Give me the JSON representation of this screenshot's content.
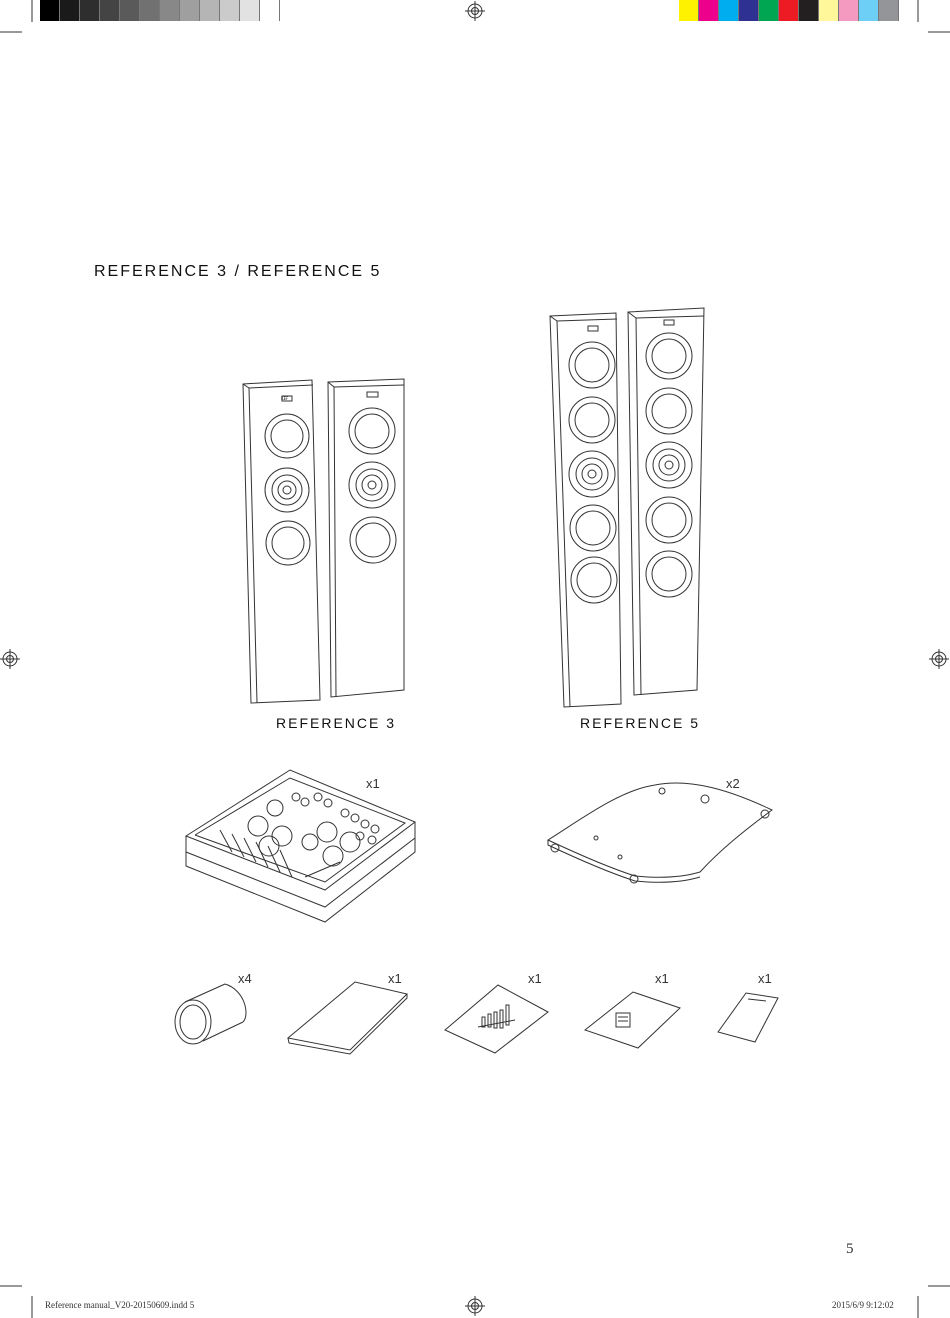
{
  "print_marks": {
    "gray_steps": [
      "#000000",
      "#1a1a1a",
      "#2e2e2e",
      "#444444",
      "#5a5a5a",
      "#717171",
      "#888888",
      "#9f9f9f",
      "#b5b5b5",
      "#cbcbcb",
      "#e2e2e2",
      "#ffffff"
    ],
    "color_steps": [
      "#fff200",
      "#ec008c",
      "#00aeef",
      "#2e3192",
      "#00a651",
      "#ed1c24",
      "#231f20",
      "#fff799",
      "#f49ac1",
      "#6dcff6",
      "#939598"
    ]
  },
  "page": {
    "title": "REFERENCE 3 / REFERENCE 5",
    "number": "5"
  },
  "speakers": {
    "left_caption": "REFERENCE 3",
    "right_caption": "REFERENCE 5",
    "logo": "KEF"
  },
  "accessories": {
    "grille_box_qty": "x1",
    "plinth_qty": "x2",
    "cylinder_qty": "x4",
    "cloth_qty": "x1",
    "manual_a_qty": "x1",
    "manual_b_qty": "x1",
    "card_qty": "x1"
  },
  "footer": {
    "file": "Reference manual_V20-20150609.indd   5",
    "stamp": "2015/6/9   9:12:02"
  }
}
